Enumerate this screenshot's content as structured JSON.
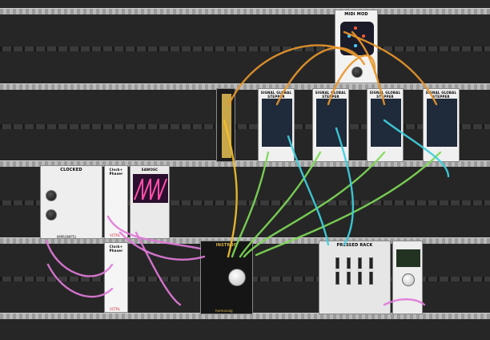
{
  "rack": {
    "rows": 5,
    "rail_color": "#a9a9a9",
    "background": "#2a2a2a"
  },
  "modules": {
    "clocked": {
      "title": "CLOCKED",
      "brand": "IMPROMPTU"
    },
    "clock_phaser_1": {
      "title": "Clock+ Phaser",
      "brand": "VCTRL"
    },
    "clock_phaser_2": {
      "title": "Clock+ Phaser",
      "brand": "VCTRL"
    },
    "saw": {
      "title": "SAWOSC"
    },
    "midi": {
      "title": "MIDI MOD"
    },
    "stepper": {
      "title": "SIGNAL GLOBAL STEPPER",
      "count": 4
    },
    "instruo": {
      "title": "INSTRUO",
      "subtitle": "harmonaig"
    },
    "pressed_rack": {
      "title": "PRESSED RACK"
    }
  },
  "cable_colors": {
    "orange": "#e8962a",
    "green": "#7ed957",
    "cyan": "#3fd0e0",
    "pink": "#e07ad8",
    "yellow": "#f0c030"
  }
}
